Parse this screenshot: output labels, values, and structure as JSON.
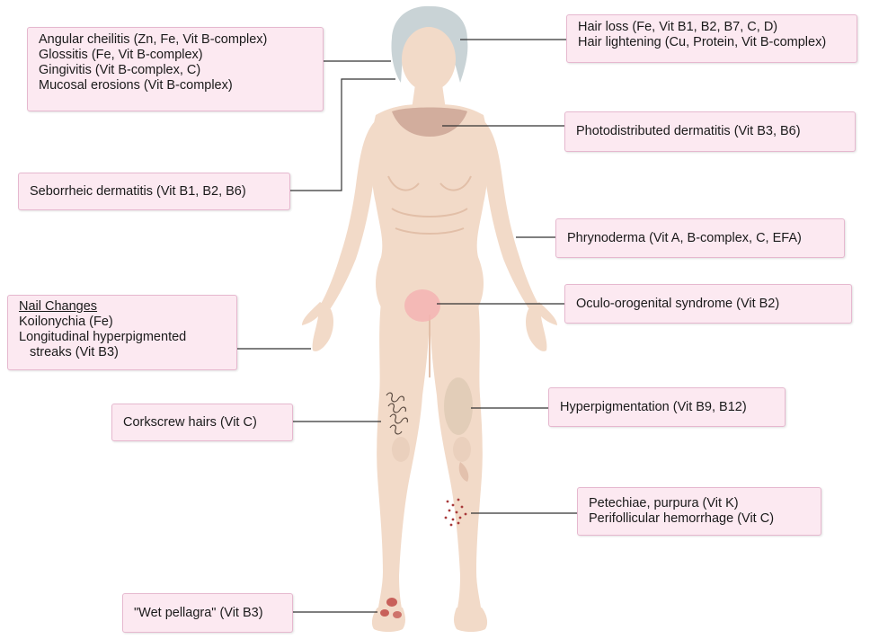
{
  "colors": {
    "label_fill": "#fce9f1",
    "label_border": "#e6b8cf",
    "connector": "#333333",
    "skin": "#f2dac8",
    "skin_shade": "#e7c6b0",
    "hair": "#c9d3d6",
    "dermatitis_patch": "#c79e8f",
    "genital_highlight": "#f5b3b3",
    "pigment_patch": "#e0cbb6",
    "petechiae": "#a8393a",
    "pellagra_lesion": "#c8605a"
  },
  "labels": {
    "oral": [
      "Angular cheilitis (Zn, Fe, Vit B-complex)",
      "Glossitis (Fe, Vit B-complex)",
      "Gingivitis  (Vit B-complex, C)",
      "Mucosal erosions (Vit B-complex)"
    ],
    "hair": [
      "Hair loss (Fe, Vit B1, B2, B7, C, D)",
      "Hair lightening (Cu, Protein, Vit B-complex)"
    ],
    "photodistributed": "Photodistributed dermatitis (Vit B3, B6)",
    "seborrheic": "Seborrheic dermatitis (Vit B1, B2, B6)",
    "phrynoderma": "Phrynoderma (Vit A, B-complex, C, EFA)",
    "nail_heading": "Nail Changes",
    "nail": [
      "Koilonychia (Fe)",
      "Longitudinal hyperpigmented",
      "streaks (Vit B3)"
    ],
    "oculo": "Oculo-orogenital syndrome (Vit B2)",
    "corkscrew": "Corkscrew hairs (Vit C)",
    "hyperpigmentation": "Hyperpigmentation (Vit B9, B12)",
    "petechiae": [
      "Petechiae, purpura (Vit K)",
      "Perifollicular hemorrhage (Vit C)"
    ],
    "pellagra": "\"Wet pellagra\" (Vit B3)"
  }
}
